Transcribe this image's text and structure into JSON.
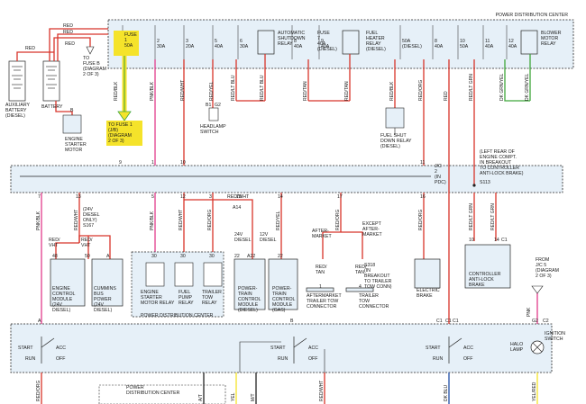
{
  "pdc_title": "POWER DISTRIBUTION CENTER",
  "colors": {
    "red": "#d8342a",
    "pink": "#e23c8c",
    "green": "#3fa63a",
    "yellow": "#f5e32a",
    "box": "#e6f0f8",
    "frame": "#222222"
  },
  "fuses": [
    {
      "lines": [
        "FUSE",
        "1",
        "50A"
      ]
    },
    {
      "lines": [
        "2",
        "30A"
      ]
    },
    {
      "lines": [
        "3",
        "20A"
      ]
    },
    {
      "lines": [
        "5",
        "40A"
      ]
    },
    {
      "lines": [
        "6",
        "30A"
      ]
    },
    {
      "lines": [
        "8",
        "40A"
      ]
    },
    {
      "lines": [
        "9",
        "40A"
      ]
    },
    {
      "lines": [
        "50A",
        "(DIESEL)"
      ]
    },
    {
      "lines": [
        "8",
        "40A"
      ]
    },
    {
      "lines": [
        "10",
        "50A"
      ]
    },
    {
      "lines": [
        "11",
        "40A"
      ]
    },
    {
      "lines": [
        "12",
        "40A"
      ]
    }
  ],
  "relays": [
    {
      "lines": [
        "AUTOMATIC",
        "SHUTDOWN",
        "RELAY"
      ]
    },
    {
      "lines": [
        "FUSE",
        "7",
        "40A",
        "(DIESEL)"
      ]
    },
    {
      "lines": [
        "FUEL",
        "HEATER",
        "RELAY",
        "(DIESEL)"
      ]
    },
    {
      "lines": [
        "BLOWER",
        "MOTOR",
        "RELAY"
      ]
    }
  ],
  "wires_top": [
    "RED/BLK",
    "PNK/BLK",
    "RED/WHT",
    "RED/YEL",
    "RED/LT BLU",
    "RED/LT BLU",
    "RED/TAN",
    "RED/TAN",
    "RED/BLK",
    "RED/ORG",
    "RED",
    "RED/LT GRN",
    "DK GRN/YEL",
    "DK GRN/YEL"
  ],
  "left_labels": {
    "red1": "RED",
    "red2": "RED",
    "red3": "RED",
    "red4": "RED",
    "fuse_b": [
      "TO",
      "FUSE B",
      "(DIAGRAM",
      "2 OF 3)"
    ],
    "aux": [
      "AUXILIARY",
      "BATTERY",
      "(DIESEL)"
    ],
    "battery": "BATTERY",
    "starter": [
      "ENGINE",
      "STARTER",
      "MOTOR"
    ],
    "fuse1": [
      "TO FUSE 1",
      "(J/B)",
      "(DIAGRAM",
      "2 OF 3)"
    ],
    "pin_b": "B"
  },
  "mid_labels": {
    "b1": "B1",
    "g2": "G2",
    "headlamp": [
      "HEADLAMP",
      "SWITCH"
    ],
    "fuel_shut": [
      "FUEL SHUT",
      "DOWN RELAY",
      "(DIESEL)"
    ],
    "left_rear": [
      "(LEFT REAR OF",
      "ENGINE COMPT.",
      "IN BREAKOUT",
      "TO CONTROLLER",
      "ANTI-LOCK BRAKE)"
    ],
    "s113": "S113",
    "jc2": [
      "J/C",
      "2",
      "(IN",
      "PDC)"
    ],
    "pin1": "1",
    "pin10": "10",
    "pin11": "11",
    "pin13": "13",
    "pin12": "12",
    "pin3": "3",
    "pin15": "15",
    "pin14": "14",
    "pin17": "17",
    "pin7": "7",
    "pin16": "16",
    "pin5": "5",
    "pin9": "9"
  },
  "bus_wires": [
    "PNK/BLK",
    "RED/WHT",
    "PNK/BLK",
    "RED/WHT",
    "RED/ORG",
    "RED/YEL",
    "RED/ORG",
    "RED/ORG",
    "RED/LT GRN",
    "RED/LT GRN"
  ],
  "lower_labels": {
    "diesel24": [
      "(24V",
      "DIESEL",
      "ONLY)",
      "S167"
    ],
    "redwht_a14": "RED/WHT",
    "a14": "A14",
    "diesel24b": [
      "24V",
      "DIESEL"
    ],
    "diesel12": [
      "12V",
      "DIESEL"
    ],
    "aftermarket": [
      "AFTER-",
      "MARKET"
    ],
    "except": [
      "EXCEPT",
      "AFTER-",
      "MARKET"
    ],
    "s318": [
      "S318",
      "(IN",
      "BREAKOUT",
      "TO TRAILER",
      "TOW CONN)"
    ],
    "redtan1": [
      "RED/",
      "TAN"
    ],
    "redtan2": [
      "RED/",
      "TAN"
    ],
    "redvht1": [
      "RED/",
      "VHT"
    ],
    "redvht2": [
      "RED/",
      "VHT"
    ],
    "pins_ecm": [
      "48",
      "50",
      "A"
    ],
    "pins_mod": [
      "30",
      "30",
      "30",
      "22",
      "A22",
      "22"
    ],
    "c1": "C1",
    "c2": "C2",
    "p14": "14",
    "p1": "1",
    "p4": "4",
    "p10": "10"
  },
  "modules": [
    {
      "lines": [
        "ENGINE",
        "CONTROL",
        "MODULE",
        "(24V",
        "DIESEL)"
      ]
    },
    {
      "lines": [
        "CUMMINS",
        "BUS",
        "POWER",
        "(24V",
        "DIESEL)"
      ]
    },
    {
      "lines": [
        "ENGINE",
        "STARTER",
        "MOTOR RELAY"
      ]
    },
    {
      "lines": [
        "FUEL",
        "PUMP",
        "RELAY"
      ]
    },
    {
      "lines": [
        "TRAILER",
        "TOW",
        "RELAY"
      ]
    },
    {
      "lines": [
        "POWER-",
        "TRAIN",
        "CONTROL",
        "MODULE",
        "(DIESEL)"
      ]
    },
    {
      "lines": [
        "POWER-",
        "TRAIN",
        "CONTROL",
        "MODULE",
        "(GAS)"
      ]
    },
    {
      "lines": [
        "AFTERMARKET",
        "TRAILER TOW",
        "CONNECTOR"
      ]
    },
    {
      "lines": [
        "TRAILER",
        "TOW",
        "CONNECTOR"
      ]
    },
    {
      "lines": [
        "ELECTRIC",
        "BRAKE"
      ]
    },
    {
      "lines": [
        "CONTROLLER",
        "ANTI-LOCK",
        "BRAKE"
      ]
    }
  ],
  "pdc_bottom_label": "POWER DISTRIBUTION CENTER",
  "from_jc5": [
    "FROM",
    "J/C 5",
    "(DIAGRAM",
    "2 OF 3)"
  ],
  "ignition": {
    "title": [
      "IGNITION",
      "SWITCH"
    ],
    "halo": [
      "HALO",
      "LAMP"
    ],
    "start": "START",
    "acc": "ACC",
    "run": "RUN",
    "off": "OFF",
    "pins": [
      "A",
      "B",
      "C1",
      "C1",
      "G2"
    ],
    "pnk_label": "PNK"
  },
  "bottom_wires": [
    "RED/ORG",
    "YEL",
    "A/T",
    "M/T",
    "RED/WHT",
    "DK BLU",
    "YEL/RED"
  ],
  "bottom_pdc": [
    "POWER",
    "DISTRIBUTION CENTER"
  ]
}
